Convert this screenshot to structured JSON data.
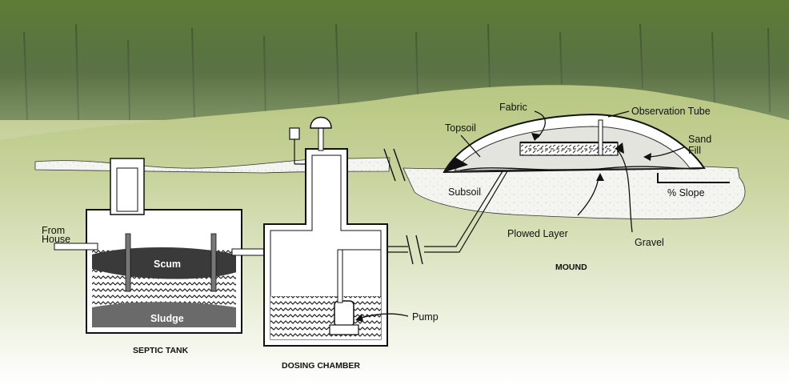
{
  "labels": {
    "from_house": [
      "From",
      "House"
    ],
    "scum": "Scum",
    "sludge": "Sludge",
    "septic_tank": "SEPTIC TANK",
    "dosing_chamber": "DOSING CHAMBER",
    "pump": "Pump",
    "topsoil": "Topsoil",
    "subsoil": "Subsoil",
    "fabric": "Fabric",
    "observation_tube": "Observation Tube",
    "sand_fill": [
      "Sand",
      "Fill"
    ],
    "slope": "% Slope",
    "plowed_layer": "Plowed Layer",
    "gravel": "Gravel",
    "mound": "MOUND"
  },
  "colors": {
    "forest_dark": "#3f5a2a",
    "forest_light": "#6e8f3e",
    "grass": "#9fb35c",
    "ground_fill": "#f2f2ee",
    "sand_fill": "#e2e2dc",
    "scum": "#3a3a3a",
    "sludge": "#6a6a6a",
    "line": "#111111"
  }
}
